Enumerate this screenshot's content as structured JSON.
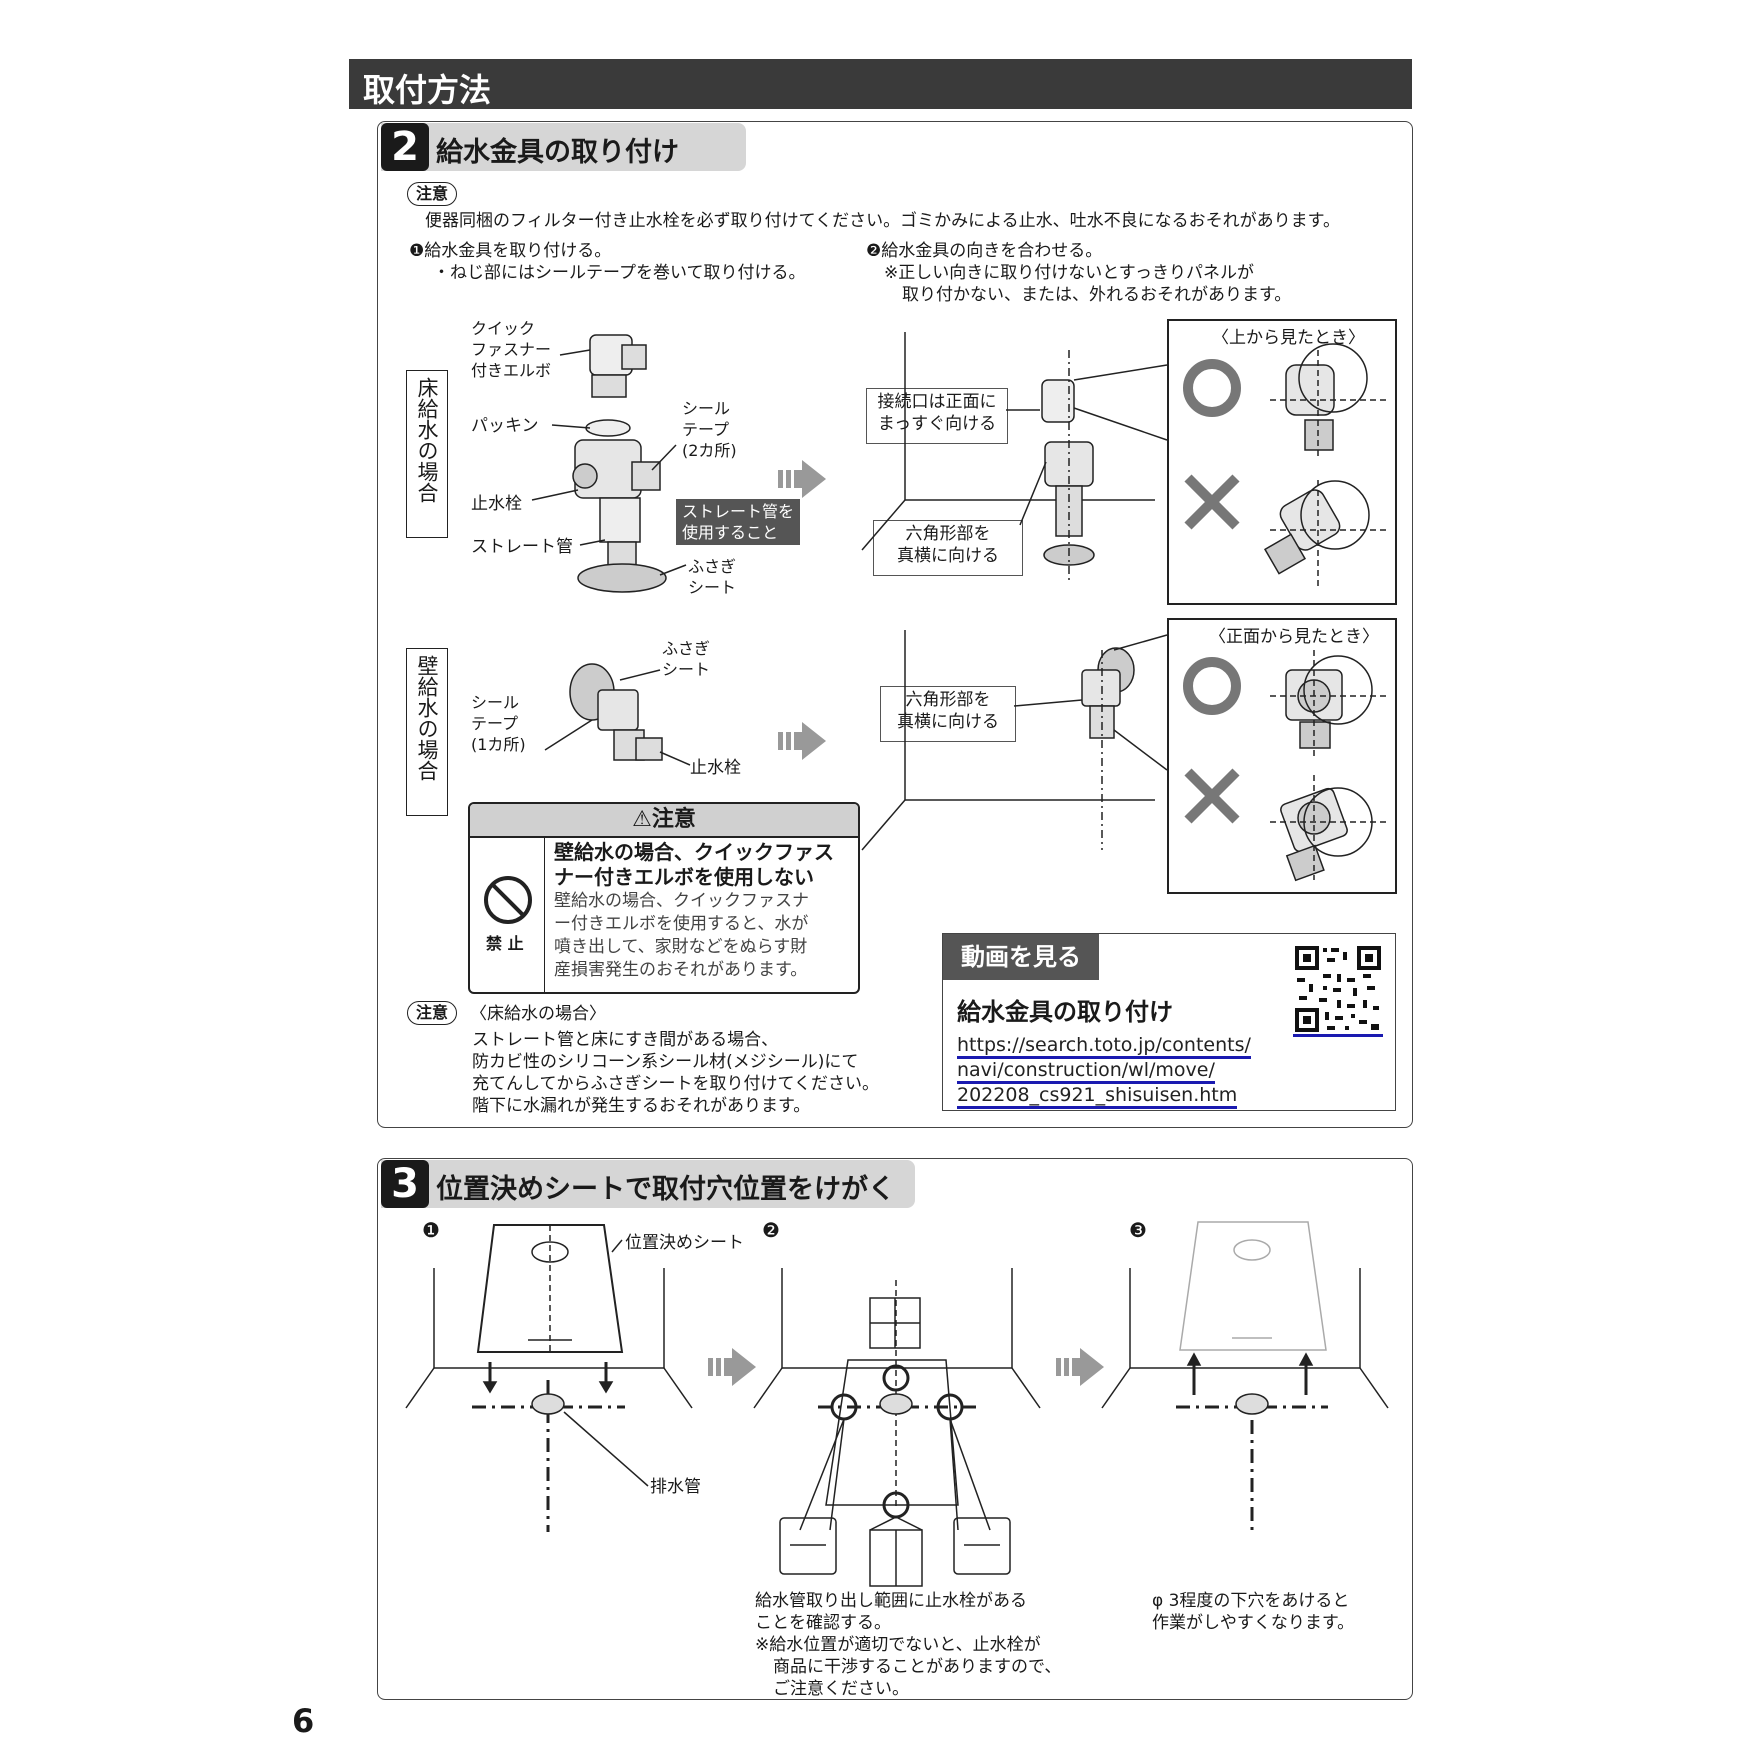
{
  "section_title": "取付方法",
  "step2": {
    "number": "2",
    "title": "給水金具の取り付け",
    "caution_pill": "注意",
    "caution_text": "便器同梱のフィルター付き止水栓を必ず取り付けてください。ゴミかみによる止水、吐水不良になるおそれがあります。",
    "inst1_title": "❶給水金具を取り付ける。",
    "inst1_sub": "・ねじ部にはシールテープを巻いて取り付ける。",
    "inst2_title": "❷給水金具の向きを合わせる。",
    "inst2_note1": "※正しい向きに取り付けないとすっきりパネルが",
    "inst2_note2": "取り付かない、または、外れるおそれがあります。",
    "floor_label": "床給水の場合",
    "wall_label": "壁給水の場合",
    "floor_parts": {
      "elbow1": "クイック",
      "elbow2": "ファスナー",
      "elbow3": "付きエルボ",
      "packing": "パッキン",
      "seal1": "シール",
      "seal2": "テープ",
      "seal3": "(2カ所)",
      "valve": "止水栓",
      "pipe": "ストレート管",
      "tag1": "ストレート管を",
      "tag2": "使用すること",
      "sheet1": "ふさぎ",
      "sheet2": "シート"
    },
    "wall_parts": {
      "sheet1": "ふさぎ",
      "sheet2": "シート",
      "seal1": "シール",
      "seal2": "テープ",
      "seal3": "(1カ所)",
      "valve": "止水栓"
    },
    "call_front1": "接続口は正面に",
    "call_front2": "まっすぐ向ける",
    "call_hex1": "六角形部を",
    "call_hex2": "真横に向ける",
    "view_top": "〈上から見たとき〉",
    "view_front": "〈正面から見たとき〉",
    "warning": {
      "title": "注意",
      "icon_label": "禁 止",
      "bold1": "壁給水の場合、クイックファス",
      "bold2": "ナー付きエルボを使用しない",
      "t1": "壁給水の場合、クイックファスナ",
      "t2": "ー付きエルボを使用すると、水が",
      "t3": "噴き出して、家財などをぬらす財",
      "t4": "産損害発生のおそれがあります。"
    },
    "note2_pill": "注意",
    "note2_head": "〈床給水の場合〉",
    "note2_l1": "ストレート管と床にすき間がある場合、",
    "note2_l2": "防カビ性のシリコーン系シール材(メジシール)にて",
    "note2_l3": "充てんしてからふさぎシートを取り付けてください。",
    "note2_l4": "階下に水漏れが発生するおそれがあります。",
    "video": {
      "tag": "動画を見る",
      "title": "給水金具の取り付け",
      "url1": "https://search.toto.jp/contents/",
      "url2": "navi/construction/wl/move/",
      "url3": "202208_cs921_shisuisen.htm"
    }
  },
  "step3": {
    "number": "3",
    "title": "位置決めシートで取付穴位置をけがく",
    "n1": "❶",
    "n2": "❷",
    "n3": "❸",
    "sheet_label": "位置決めシート",
    "drain_label": "排水管",
    "c2_l1": "給水管取り出し範囲に止水栓がある",
    "c2_l2": "ことを確認する。",
    "c2_l3": "※給水位置が適切でないと、止水栓が",
    "c2_l4": "商品に干渉することがありますので、",
    "c2_l5": "ご注意ください。",
    "c3_l1": "φ 3程度の下穴をあけると",
    "c3_l2": "作業がしやすくなります。"
  },
  "page_number": "6"
}
